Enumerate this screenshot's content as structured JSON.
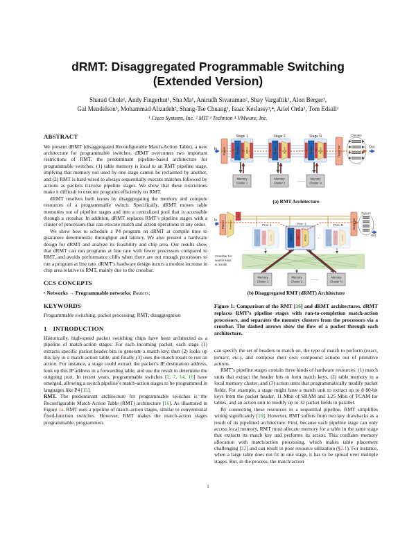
{
  "colors": {
    "cite": "#2e8b2e",
    "ref": "#cc3333",
    "fig-salmon": "#f2a88c",
    "fig-stagefill": "#dde6f5",
    "fig-matchblue": "#1f5fae",
    "fig-pktred": "#d64545",
    "fig-actionyellow": "#f2d88f",
    "fig-memgray": "#cccccc",
    "fig-xbargreen": "#cfe3bd",
    "fig-flow": "#cc5522",
    "fig-inout": "#2f5fc4"
  },
  "page": {
    "number": "1"
  },
  "title": {
    "line1": "dRMT: Disaggregated Programmable Switching",
    "line2": "(Extended Version)"
  },
  "authors": {
    "line1": "Sharad Chole¹, Andy Fingerhut¹, Sha Ma¹, Anirudh Sivaraman², Shay Vargaftik³, Alon Berger³,",
    "line2": "Gal Mendelson³, Mohammad Alizadeh², Shang-Tse Chuang¹, Isaac Keslassy³,⁴, Ariel Orda³, Tom Edsall¹",
    "affiliations": "¹ Cisco Systems, Inc.   ² MIT   ³ Technion   ⁴ VMware, Inc."
  },
  "sections": {
    "abstract": {
      "heading": "ABSTRACT",
      "paragraphs": [
        [
          {
            "t": "We present dRMT (disaggregated Reconfigurable Match-Action Table), a new architecture for programmable switches. dRMT overcomes two important restrictions of RMT, the predominant pipeline-based architecture for programmable switches: (1) table memory is local to an RMT pipeline stage, implying that memory not used by one stage cannot be reclaimed by another, and (2) RMT is hard-wired to always sequentially execute matches followed by actions as packets traverse pipeline stages. We show that these restrictions make it difficult to execute programs efficiently on RMT."
          }
        ],
        [
          {
            "t": "dRMT resolves both issues by disaggregating the memory and compute resources of a programmable switch. Specifically, dRMT moves table memories out of pipeline stages and into a centralized pool that is accessible through a crossbar. In addition, dRMT replaces RMT’s pipeline stages with a cluster of processors that can execute match and action operations in any order."
          }
        ],
        [
          {
            "t": "We show how to schedule a P4 program on dRMT at compile time to guarantee deterministic throughput and latency. We also present a hardware design for dRMT and analyze its feasibility and chip area. Our results show that dRMT can run programs at line rate with fewer processors compared to RMT, and avoids performance cliffs when there are not enough processors to run a program at line rate. dRMT’s hardware design incurs a modest increase in chip area relative to RMT, mainly due to the crossbar."
          }
        ]
      ]
    },
    "ccs": {
      "heading": "CCS CONCEPTS",
      "line": [
        {
          "t": "• "
        },
        {
          "t": "Networks",
          "s": "bold"
        },
        {
          "t": " → "
        },
        {
          "t": "Programmable networks",
          "s": "bold"
        },
        {
          "t": "; "
        },
        {
          "t": "Routers",
          "s": "italic"
        },
        {
          "t": ";"
        }
      ]
    },
    "keywords": {
      "heading": "KEYWORDS",
      "line": [
        {
          "t": "Programmable switching; packet processing; RMT; disaggregation"
        }
      ]
    },
    "intro": {
      "number": "1",
      "heading": "INTRODUCTION",
      "paragraphs": [
        [
          {
            "t": "Historically, high-speed packet switching chips have been architected as a pipeline of match-action stages. For each incoming packet, each stage (1) extracts specific packet header bits to generate a match key, then (2) looks up this key in a match-action table, and finally (3) uses the match result to run an action. For instance, a stage could extract the packet’s IP destination address, look up this IP address in a forwarding table, and use the result to determine the outgoing port. In recent years, programmable switches ["
          },
          {
            "t": "2",
            "s": "cite"
          },
          {
            "t": ", "
          },
          {
            "t": "7",
            "s": "cite"
          },
          {
            "t": ", "
          },
          {
            "t": "14",
            "s": "cite"
          },
          {
            "t": ", "
          },
          {
            "t": "16",
            "s": "cite"
          },
          {
            "t": "] have emerged, allowing a switch pipeline’s match-action stages to be programmed in languages like P4 ["
          },
          {
            "t": "15",
            "s": "cite"
          },
          {
            "t": "]."
          }
        ],
        [
          {
            "t": "RMT.",
            "s": "bold"
          },
          {
            "t": " The predominant architecture for programmable switches is the Reconfigurable Match-Action Table (RMT) architecture ["
          },
          {
            "t": "16",
            "s": "cite"
          },
          {
            "t": "]. As illustrated in Figure "
          },
          {
            "t": "1a",
            "s": "ref"
          },
          {
            "t": ", RMT uses a pipeline of match-action stages, similar to conventional fixed-function switches. However, RMT makes the match-action stages programmable; programmers"
          }
        ]
      ]
    }
  },
  "rightcol": {
    "paragraphs": [
      [
        {
          "t": "can specify the set of headers to match on, the type of match to perform (exact, ternary, "
        },
        {
          "t": "etc.",
          "s": "italic"
        },
        {
          "t": "), and compose their own compound actions out of primitive actions."
        }
      ],
      [
        {
          "t": "RMT’s pipeline stages contain three kinds of hardware resources: (1) match units that extract the header bits to form match keys, (2) table memory in a local memory cluster, and (3) action units that programmatically modify packet fields. For example, a stage might have a match unit to extract up to 8 80-bit keys from the packet header, 11 Mbit of SRAM and 1.25 Mbit of TCAM for tables, and an action unit to modify up to 32 packet fields in parallel."
        }
      ],
      [
        {
          "t": "By connecting these resources in a sequential pipeline, RMT simplifies wiring significantly ["
        },
        {
          "t": "16",
          "s": "cite"
        },
        {
          "t": "]. However, RMT suffers from two key drawbacks as a result of its pipelined architecture. First, because each pipeline stage can only access local memory, RMT must allocate memory for a table in the same stage that extracts its match key and performs its action. This conflates memory allocation with match/action processing, which makes table placement challenging ["
        },
        {
          "t": "22",
          "s": "cite"
        },
        {
          "t": "] and can result in poor resource utilization (§"
        },
        {
          "t": "2.1",
          "s": "ref"
        },
        {
          "t": "). For instance, when a large table does not fit in one stage, it has to be spread over multiple stages. But, in the process, the match/action"
        }
      ]
    ]
  },
  "figure": {
    "caption": [
      {
        "t": "Figure 1: Comparison of the RMT ["
      },
      {
        "t": "16",
        "s": "cite"
      },
      {
        "t": "] and dRMT architectures. dRMT replaces RMT’s pipeline stages with run-to-completion match-action processors, and separates the memory clusters from the processors via a crossbar. The dashed arrows show the flow of a packet through each architecture."
      }
    ],
    "a": {
      "caption": "(a) RMT Architecture",
      "in_label": "In",
      "out_label": "Out",
      "parser": "Parser",
      "deparser": "Deparser",
      "queues": "Queues",
      "match": "Match",
      "action": "Action",
      "pkt": "Pkt",
      "stages": [
        "Stage 1",
        "Stage 2",
        "Stage N"
      ],
      "dots": "·······",
      "memories": [
        [
          "Memory",
          "Cluster 1"
        ],
        [
          "Memory",
          "Cluster 2"
        ],
        [
          "Memory",
          "Cluster N"
        ]
      ]
    },
    "b": {
      "caption": "(b) Disaggregated RMT (dRMT) Architecture",
      "in_label": "In",
      "out_label": "Out",
      "parser": "Parser",
      "distributor": "Distributor",
      "deparser": "Deparser",
      "queues": "Queues",
      "match": "Match",
      "action": "Action",
      "pkt": "Pkt",
      "procs": [
        "Proc. 1",
        "Proc. 2",
        "Proc. N"
      ],
      "dots": "·······",
      "procdots": "···",
      "crossbar_label": [
        "Crossbar for",
        "search keys",
        "& results"
      ],
      "memories": [
        [
          "Memory",
          "Cluster 1"
        ],
        [
          "Memory",
          "Cluster 2"
        ],
        [
          "Memory",
          "Cluster N"
        ]
      ]
    }
  }
}
